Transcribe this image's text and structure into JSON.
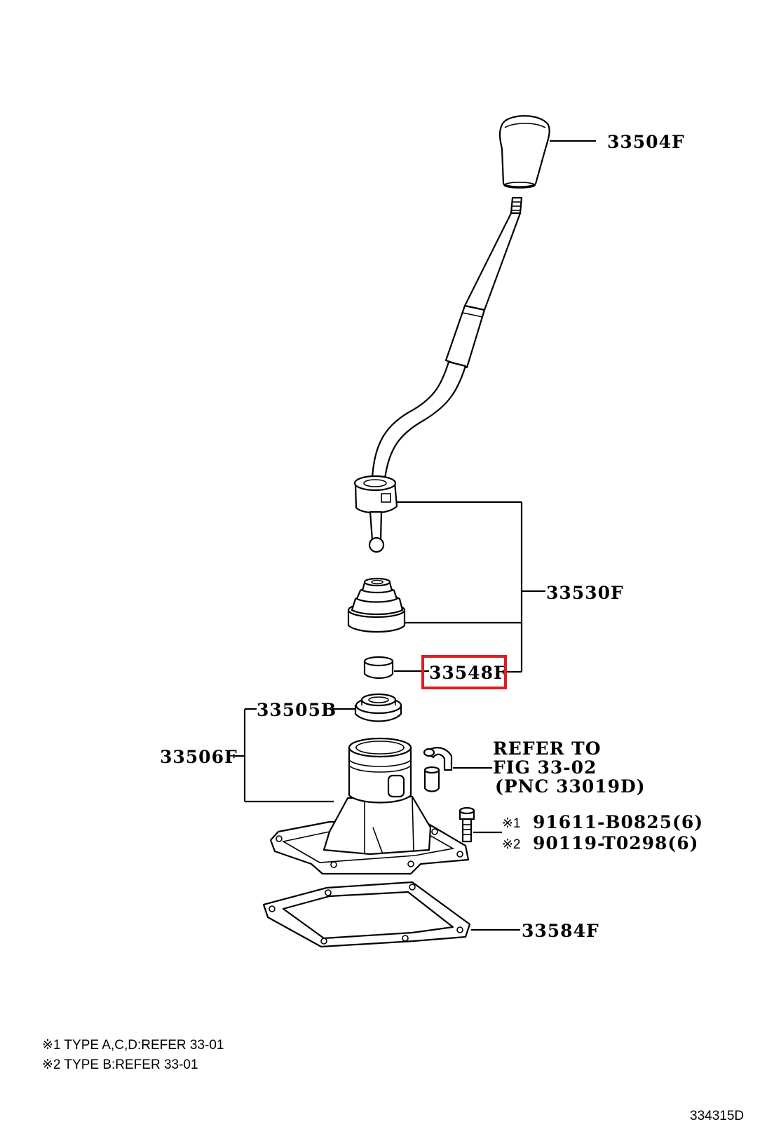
{
  "colors": {
    "line": "#000000",
    "highlight": "#e31b23",
    "background": "#ffffff"
  },
  "highlighted_part": "33548F",
  "parts": {
    "knob": "33504F",
    "lever_assy": "33530F",
    "bushing": "33548F",
    "seat": "33505B",
    "retainer": "33506F",
    "gasket": "33584F"
  },
  "refer": {
    "line1": "REFER TO",
    "line2": "FIG 33-02",
    "line3": "(PNC 33019D)"
  },
  "bolts": {
    "item1_mark": "※1",
    "item1": "91611-B0825(6)",
    "item2_mark": "※2",
    "item2": "90119-T0298(6)"
  },
  "notes": {
    "note1": "※1 TYPE A,C,D:REFER 33-01",
    "note2": "※2 TYPE B:REFER 33-01"
  },
  "figure_id": "334315D"
}
